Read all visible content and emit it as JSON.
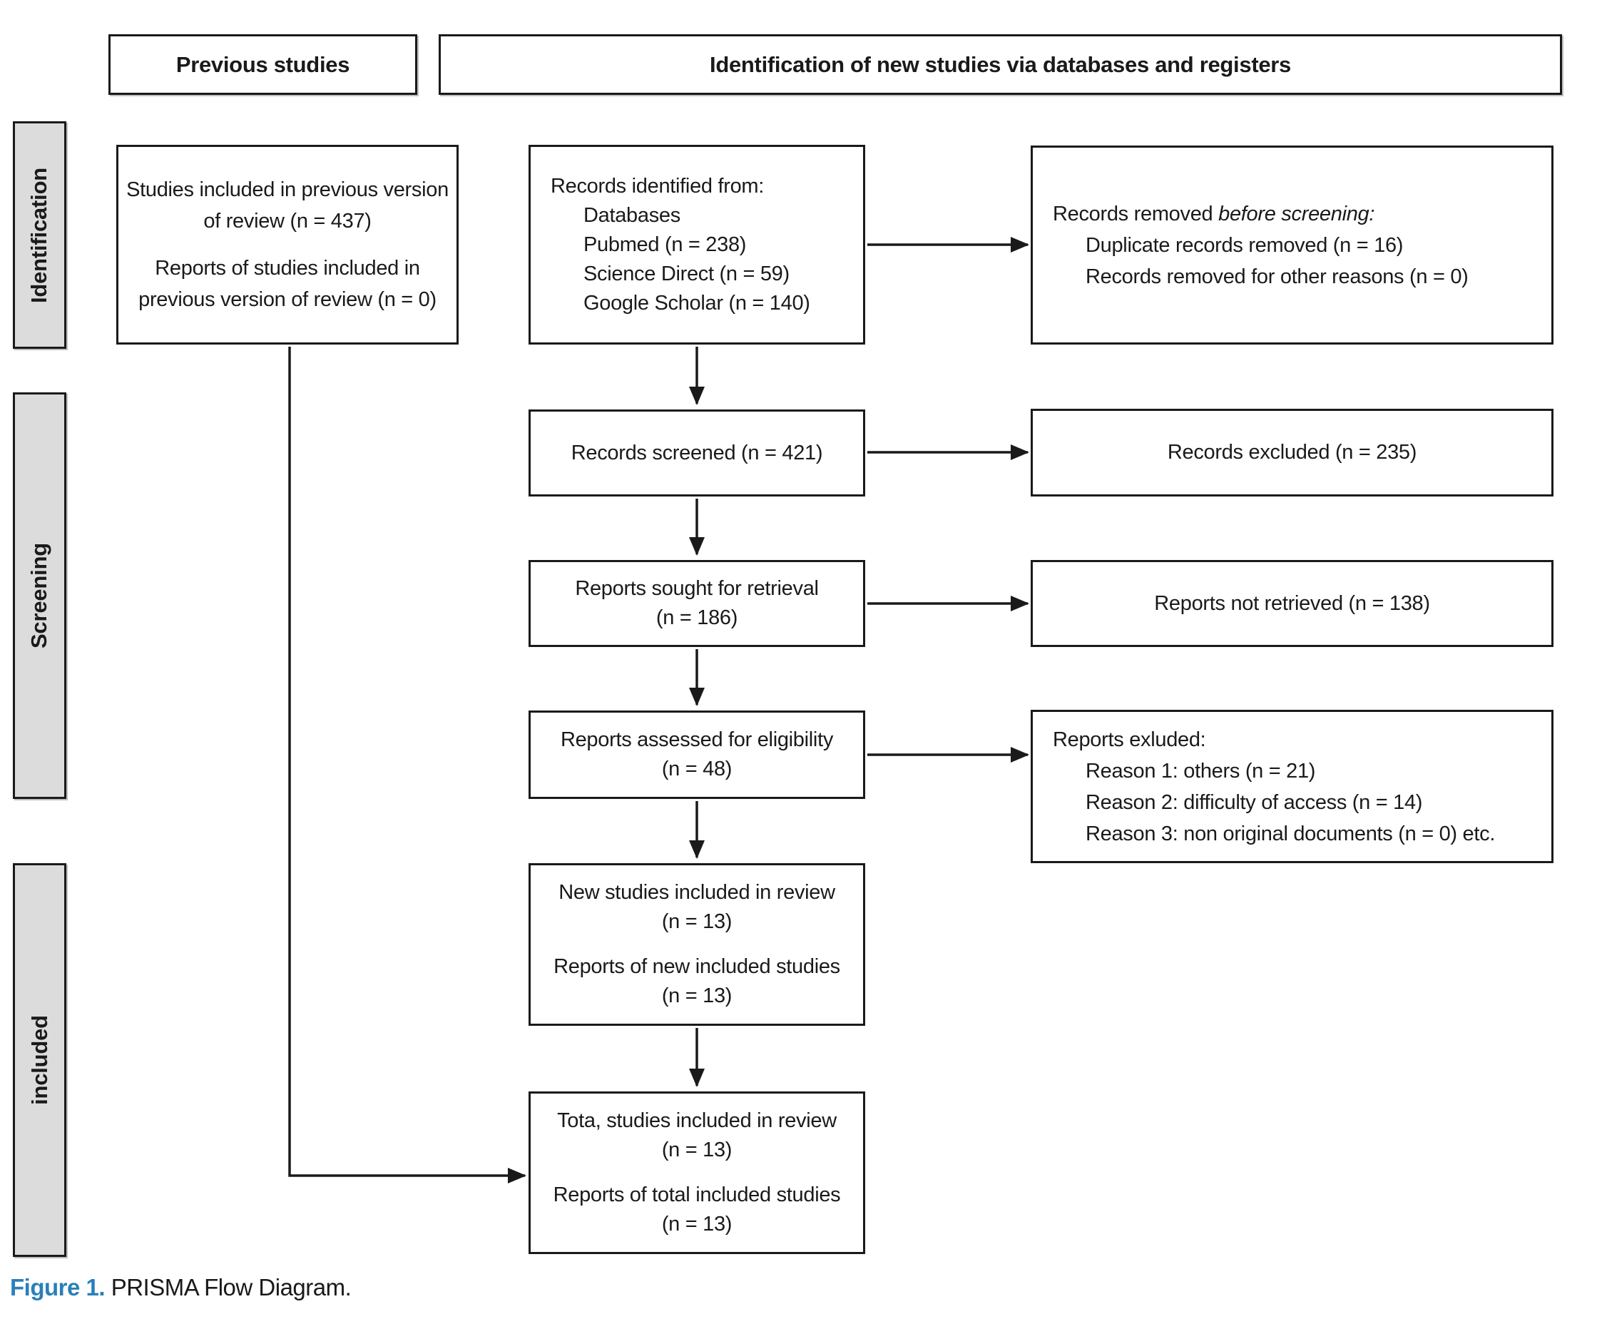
{
  "headers": {
    "previous_studies": "Previous studies",
    "new_studies": "Identification of new studies via databases and registers"
  },
  "stages": {
    "identification": "Identification",
    "screening": "Screening",
    "included": "included"
  },
  "boxes": {
    "previous_studies": {
      "para1": "Studies included in previous version of review (n = 437)",
      "para2": "Reports of studies included in previous version of review (n = 0)"
    },
    "records_identified": {
      "title": "Records identified from:",
      "items": [
        "Databases",
        "Pubmed (n = 238)",
        "Science Direct (n = 59)",
        "Google Scholar (n = 140)"
      ]
    },
    "records_removed": {
      "title_prefix": "Records removed ",
      "title_italic": "before screening:",
      "items": [
        "Duplicate records removed (n = 16)",
        "Records removed for other reasons (n = 0)"
      ]
    },
    "records_screened": "Records screened (n = 421)",
    "records_excluded": "Records excluded (n = 235)",
    "reports_sought": {
      "line1": "Reports sought for retrieval",
      "line2": "(n = 186)"
    },
    "reports_not_retrieved": "Reports not retrieved (n = 138)",
    "reports_assessed": {
      "line1": "Reports assessed for eligibility",
      "line2": "(n = 48)"
    },
    "reports_excluded": {
      "title": "Reports exluded:",
      "items": [
        "Reason 1: others (n = 21)",
        "Reason 2: difficulty of access (n = 14)",
        "Reason 3: non original documents (n = 0) etc."
      ]
    },
    "new_studies_included": {
      "para1_line1": "New studies included in review",
      "para1_line2": "(n = 13)",
      "para2_line1": "Reports of new included studies",
      "para2_line2": "(n = 13)"
    },
    "total_studies_included": {
      "para1_line1": "Tota, studies included in review",
      "para1_line2": "(n = 13)",
      "para2_line1": "Reports of total included studies",
      "para2_line2": "(n = 13)"
    }
  },
  "caption": {
    "label": "Figure 1.",
    "text": " PRISMA Flow Diagram."
  },
  "colors": {
    "caption_blue": "#2980b9",
    "stage_fill": "#dcdcdc",
    "line_black": "#1a1a1a",
    "background": "#ffffff"
  }
}
